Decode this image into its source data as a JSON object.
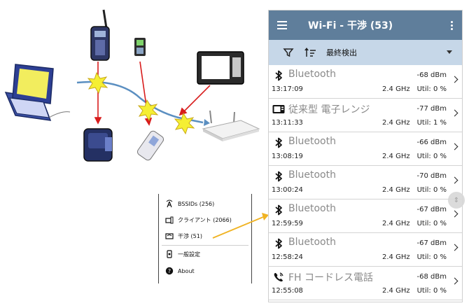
{
  "app": {
    "title": "Wi-Fi - 干渉 (53)",
    "sort_label": "最終検出",
    "icons": {
      "menu": "hamburger-icon",
      "overflow": "more-vert-icon",
      "filter": "filter-icon",
      "sort": "sort-icon"
    },
    "colors": {
      "app_bar": "#5f7e9b",
      "filter_bar": "#c6d7e8",
      "device_name": "#8a8a8a"
    },
    "devices": [
      {
        "name": "Bluetooth",
        "icon": "bluetooth-icon",
        "rssi": "-68 dBm",
        "time": "13:17:09",
        "band": "2.4 GHz",
        "util": "Util: 0 %"
      },
      {
        "name": "従来型 電子レンジ",
        "icon": "microwave-icon",
        "rssi": "-77 dBm",
        "time": "13:11:33",
        "band": "2.4 GHz",
        "util": "Util: 1 %"
      },
      {
        "name": "Bluetooth",
        "icon": "bluetooth-icon",
        "rssi": "-66 dBm",
        "time": "13:08:19",
        "band": "2.4 GHz",
        "util": "Util: 0 %"
      },
      {
        "name": "Bluetooth",
        "icon": "bluetooth-icon",
        "rssi": "-70 dBm",
        "time": "13:00:24",
        "band": "2.4 GHz",
        "util": "Util: 0 %"
      },
      {
        "name": "Bluetooth",
        "icon": "bluetooth-icon",
        "rssi": "-67 dBm",
        "time": "12:59:59",
        "band": "2.4 GHz",
        "util": "Util: 0 %"
      },
      {
        "name": "Bluetooth",
        "icon": "bluetooth-icon",
        "rssi": "-67 dBm",
        "time": "12:58:24",
        "band": "2.4 GHz",
        "util": "Util: 0 %"
      },
      {
        "name": "FH コードレス電話",
        "icon": "cordless-phone-icon",
        "rssi": "-68 dBm",
        "time": "12:55:08",
        "band": "2.4 GHz",
        "util": "Util: 0 %"
      }
    ]
  },
  "nav_menu": {
    "items": [
      {
        "label": "BSSIDs (256)",
        "icon": "access-point-icon"
      },
      {
        "label": "クライアント (2066)",
        "icon": "client-device-icon"
      },
      {
        "label": "干渉 (51)",
        "icon": "interference-icon"
      },
      {
        "label": "一般設定",
        "icon": "settings-phone-icon"
      },
      {
        "label": "About",
        "icon": "help-circle-icon"
      }
    ]
  },
  "illustration": {
    "items": [
      "laptop",
      "cell-phone",
      "pager",
      "cordless-phone",
      "flip-phone",
      "microwave",
      "router"
    ],
    "colors": {
      "interference_burst": "#f5ef33",
      "arrows": "#d81c1c",
      "signal_path": "#5b8fc1",
      "pointer_arrow": "#f0b323"
    }
  }
}
